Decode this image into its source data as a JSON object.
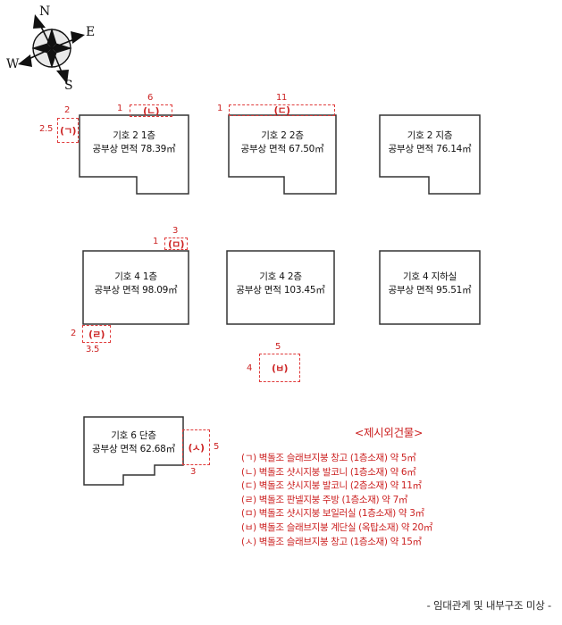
{
  "compass": {
    "north": "N",
    "east": "E",
    "south": "S",
    "west": "W"
  },
  "colors": {
    "annex_red": "#cc2222",
    "outline_black": "#222222",
    "footer_gray": "#2b2b2b"
  },
  "buildings": [
    {
      "id": "building-2-1f",
      "title": "기호 2 1층",
      "area_label": "공부상 면적 78.39㎡"
    },
    {
      "id": "building-2-2f",
      "title": "기호 2 2층",
      "area_label": "공부상 면적 67.50㎡"
    },
    {
      "id": "building-2-basement",
      "title": "기호 2 지층",
      "area_label": "공부상 면적 76.14㎡"
    },
    {
      "id": "building-4-1f",
      "title": "기호 4 1층",
      "area_label": "공부상 면적 98.09㎡"
    },
    {
      "id": "building-4-2f",
      "title": "기호 4 2층",
      "area_label": "공부상 면적 103.45㎡"
    },
    {
      "id": "building-4-basement",
      "title": "기호 4 지하실",
      "area_label": "공부상 면적 95.51㎡"
    },
    {
      "id": "building-6-single",
      "title": "기호 6 단층",
      "area_label": "공부상 면적 62.68㎡"
    }
  ],
  "annexes": [
    {
      "id": "annex-g",
      "mark": "(ㄱ)",
      "dim_top": "2",
      "dim_left": "2.5",
      "dim_bottom": "",
      "dim_right": ""
    },
    {
      "id": "annex-n",
      "mark": "(ㄴ)",
      "dim_top": "6",
      "dim_left": "1",
      "dim_bottom": "",
      "dim_right": ""
    },
    {
      "id": "annex-d",
      "mark": "(ㄷ)",
      "dim_top": "11",
      "dim_left": "1",
      "dim_bottom": "",
      "dim_right": ""
    },
    {
      "id": "annex-m",
      "mark": "(ㅁ)",
      "dim_top": "3",
      "dim_left": "1",
      "dim_bottom": "",
      "dim_right": ""
    },
    {
      "id": "annex-r",
      "mark": "(ㄹ)",
      "dim_top": "",
      "dim_left": "2",
      "dim_bottom": "3.5",
      "dim_right": ""
    },
    {
      "id": "annex-b",
      "mark": "(ㅂ)",
      "dim_top": "5",
      "dim_left": "4",
      "dim_bottom": "",
      "dim_right": ""
    },
    {
      "id": "annex-s",
      "mark": "(ㅅ)",
      "dim_top": "",
      "dim_left": "",
      "dim_bottom": "3",
      "dim_right": "5"
    }
  ],
  "legend": {
    "title": "<제시외건물>",
    "items": [
      "(ㄱ) 벽돌조 슬래브지붕 창고 (1층소재) 약 5㎡",
      "(ㄴ) 벽돌조 샷시지붕 발코니 (1층소재) 약 6㎡",
      "(ㄷ) 벽돌조 샷시지붕 발코니 (2층소재) 약 11㎡",
      "(ㄹ) 벽돌조 판넬지붕 주방 (1층소재) 약 7㎡",
      "(ㅁ) 벽돌조 샷시지붕 보일러실 (1층소재) 약 3㎡",
      "(ㅂ) 벽돌조 슬래브지붕 계단실 (옥탑소재) 약 20㎡",
      "(ㅅ) 벽돌조 슬래브지붕 창고 (1층소재) 약 15㎡"
    ]
  },
  "footer": {
    "note": "- 임대관계 및 내부구조 미상 -"
  }
}
